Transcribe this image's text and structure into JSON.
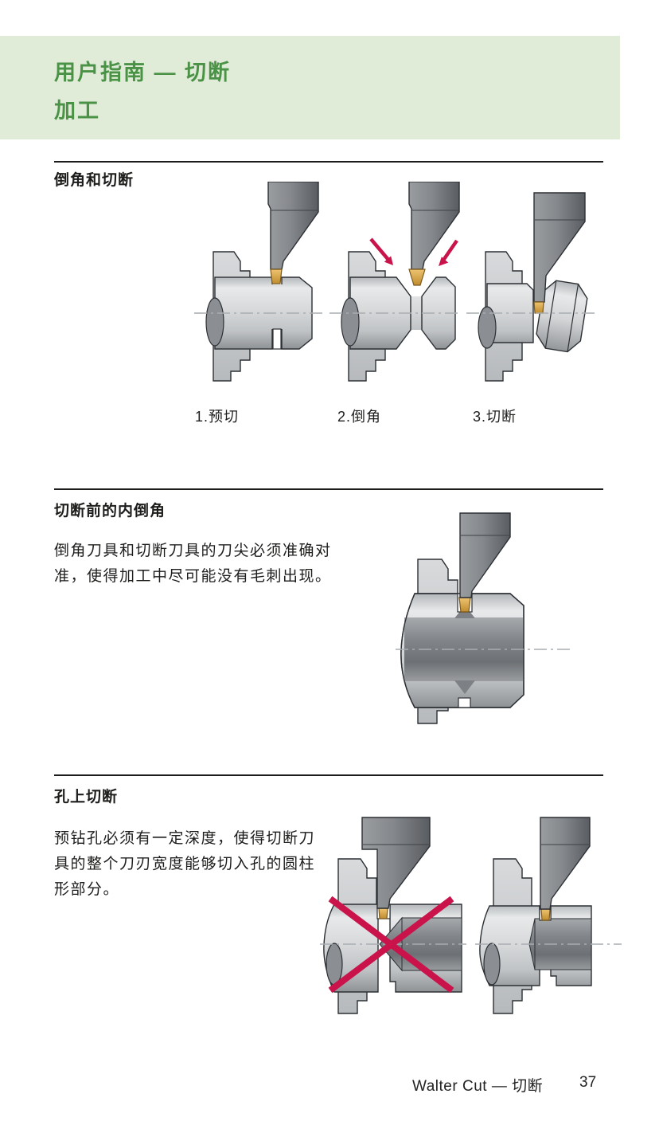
{
  "header": {
    "title": "用户指南 — 切断",
    "subtitle": "加工"
  },
  "sections": [
    {
      "heading": "倒角和切断",
      "figures": [
        {
          "label": "1.预切"
        },
        {
          "label": "2.倒角"
        },
        {
          "label": "3.切断"
        }
      ]
    },
    {
      "heading": "切断前的内倒角",
      "body_lines": [
        "倒角刀具和切断刀具的刀尖必须准确对",
        "准，使得加工中尽可能没有毛刺出现。"
      ]
    },
    {
      "heading": "孔上切断",
      "body_lines": [
        "预钻孔必须有一定深度，使得切断刀",
        "具的整个刀刃宽度能够切入孔的圆柱",
        "形部分。"
      ]
    }
  ],
  "footer": {
    "text": "Walter Cut — 切断",
    "page_number": "37"
  },
  "colors": {
    "band_bg": "#e0ecd8",
    "accent_green": "#4a9245",
    "text": "#1d1d1b",
    "rule": "#1d1d1b",
    "cross_red": "#c9134a",
    "insert_gold": "#dca94f",
    "steel_light": "#d6d8da",
    "steel_dark": "#6e7175",
    "centerline_gray": "#a9adb1"
  }
}
